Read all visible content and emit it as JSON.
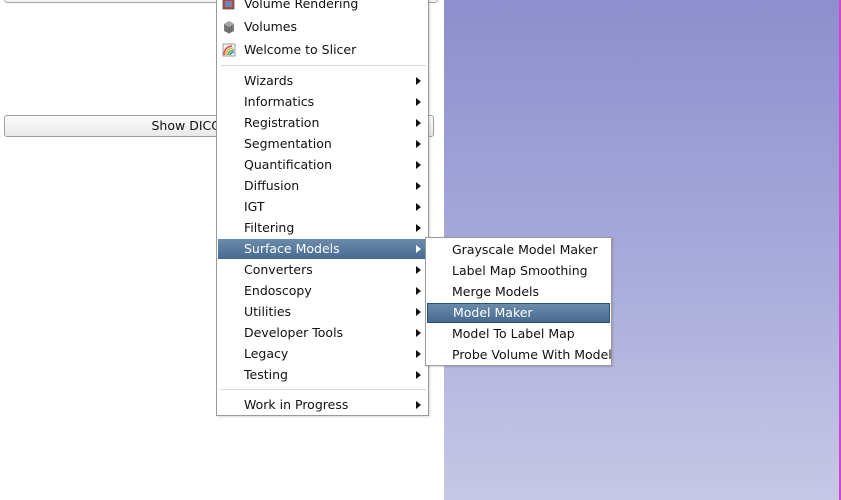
{
  "show_dicom_button": {
    "label": "Show DICOM Browser"
  },
  "menu": {
    "top_items": [
      {
        "label": "Volume Rendering",
        "icon": "volume-rendering-icon"
      },
      {
        "label": "Volumes",
        "icon": "volumes-icon"
      },
      {
        "label": "Welcome to Slicer",
        "icon": "welcome-icon"
      }
    ],
    "categories": [
      {
        "label": "Wizards"
      },
      {
        "label": "Informatics"
      },
      {
        "label": "Registration"
      },
      {
        "label": "Segmentation"
      },
      {
        "label": "Quantification"
      },
      {
        "label": "Diffusion"
      },
      {
        "label": "IGT"
      },
      {
        "label": "Filtering"
      },
      {
        "label": "Surface Models",
        "active": true
      },
      {
        "label": "Converters"
      },
      {
        "label": "Endoscopy"
      },
      {
        "label": "Utilities"
      },
      {
        "label": "Developer Tools"
      },
      {
        "label": "Legacy"
      },
      {
        "label": "Testing"
      }
    ],
    "bottom_items": [
      {
        "label": "Work in Progress"
      }
    ]
  },
  "submenu": {
    "parent": "Surface Models",
    "items": [
      {
        "label": "Grayscale Model Maker"
      },
      {
        "label": "Label Map Smoothing"
      },
      {
        "label": "Merge Models"
      },
      {
        "label": "Model Maker",
        "active": true
      },
      {
        "label": "Model To Label Map"
      },
      {
        "label": "Probe Volume With Model"
      }
    ]
  },
  "colors": {
    "highlight_top": "#6b8bab",
    "highlight_bottom": "#466b92",
    "view_top": "#8c8fcc",
    "view_bottom": "#c7c8e6",
    "view_edge": "#c64ad0"
  }
}
